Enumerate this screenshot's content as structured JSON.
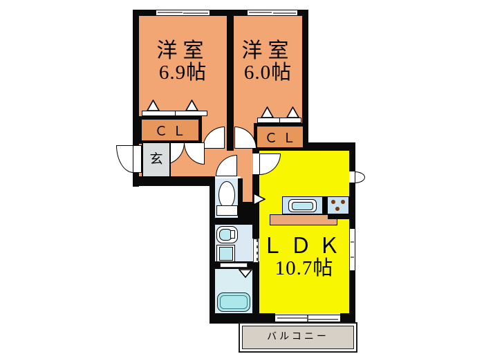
{
  "floorplan": {
    "bedroom1": {
      "name": "洋室",
      "size": "6.9帖"
    },
    "bedroom2": {
      "name": "洋室",
      "size": "6.0帖"
    },
    "ldk": {
      "name": "ＬＤＫ",
      "size": "10.7帖"
    },
    "closet1": {
      "label": "ＣＬ"
    },
    "closet2": {
      "label": "ＣＬ"
    },
    "entrance": {
      "label": "玄"
    },
    "balcony": {
      "label": "バルコニー"
    }
  },
  "colors": {
    "wall": "#0a0a0a",
    "room": "#F2A673",
    "closet": "#E8975C",
    "ldk": "#F8F600",
    "sanitary": "#DBE9F4",
    "bathroom": "#D9EEF2",
    "bathtub": "#ACE7EB",
    "counter": "#C9E2F2",
    "counter_front": "#EBA878",
    "entrance": "#D9DDDD",
    "balcony": "#D7D0C6",
    "fixture_inner": "#BEE8F0",
    "burner": "#7B3510"
  },
  "icons": {
    "door_swing": "quarter-circle-arc",
    "folding_door": "v-mark",
    "sliding_door": "dashed-strip",
    "window": "double-pane-lines",
    "hanger": "triangle-on-rod",
    "toilet": "bowl-and-tank",
    "washbasin": "rounded-basin",
    "washing_machine": "square-pan",
    "bathtub": "rounded-tub",
    "kitchen_sink": "rounded-sink",
    "stove": "three-burner-dots"
  }
}
